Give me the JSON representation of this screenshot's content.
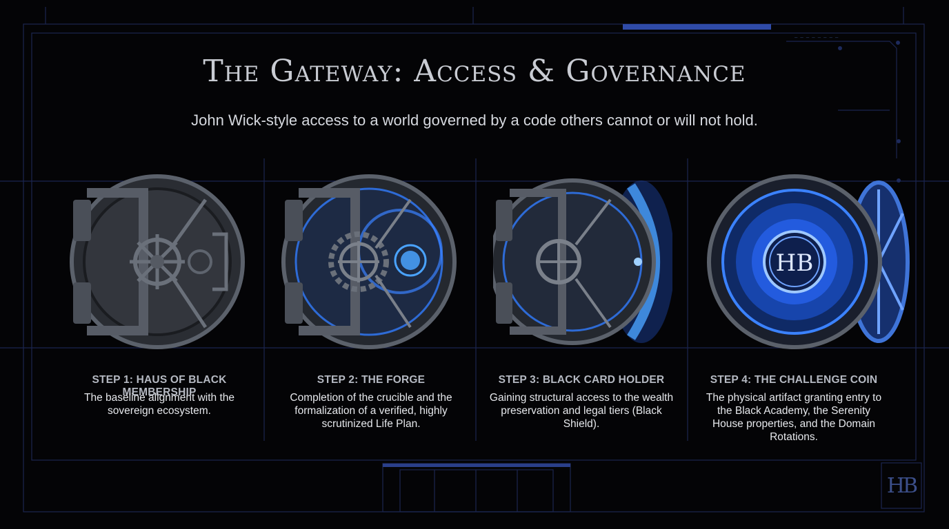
{
  "title": "The Gateway: Access & Governance",
  "subtitle": "John Wick-style access to a world governed by a code others cannot or will not hold.",
  "steps": [
    {
      "label": "STEP 1: HAUS OF BLACK MEMBERSHIP",
      "description": "The baseline alignment with the sovereign ecosystem."
    },
    {
      "label": "STEP 2: THE FORGE",
      "description": "Completion of the crucible and the formalization of a verified, highly scrutinized Life Plan."
    },
    {
      "label": "STEP 3: BLACK CARD HOLDER",
      "description": "Gaining structural access to the wealth preservation and legal tiers (Black Shield)."
    },
    {
      "label": "STEP 4: THE CHALLENGE COIN",
      "description": "The physical artifact granting entry to the Black Academy, the Serenity House properties, and the Domain Rotations."
    }
  ],
  "coin_emblem": "HB",
  "corner_logo": "HB",
  "colors": {
    "accent": "#3b78ff",
    "glow": "#4aa3ff",
    "frame": "#1e2a55",
    "background": "#040406"
  }
}
